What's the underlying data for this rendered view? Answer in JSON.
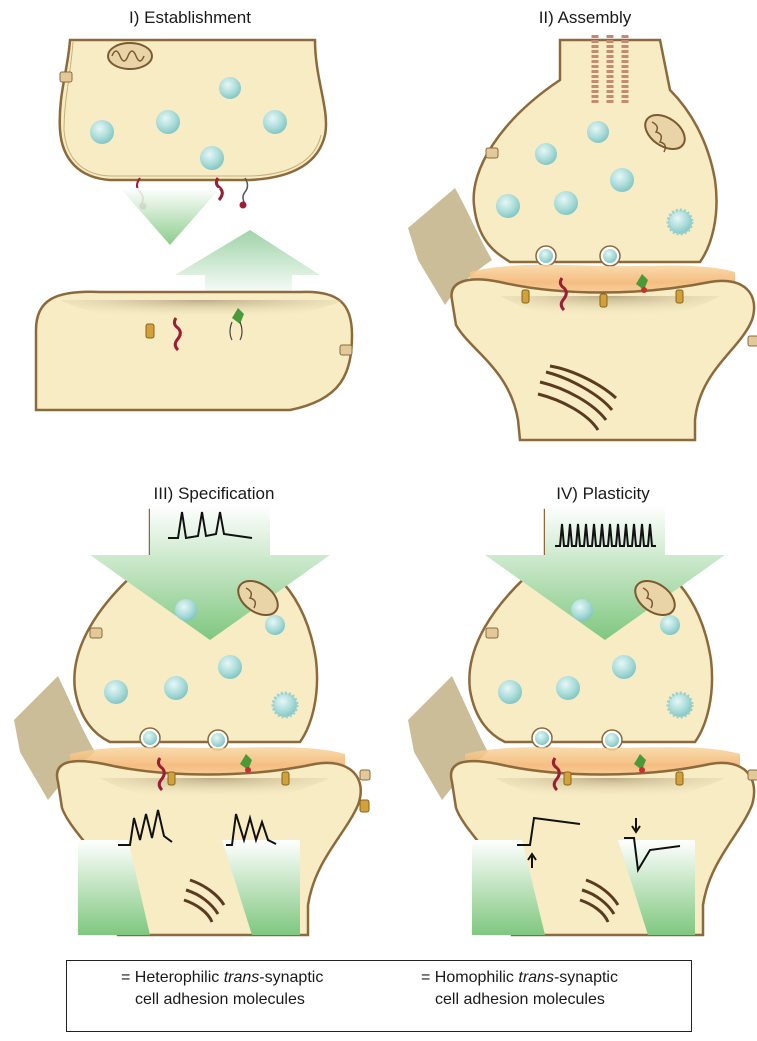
{
  "panels": [
    {
      "title": "I) Establishment"
    },
    {
      "title": "II) Assembly"
    },
    {
      "title": "III) Specification"
    },
    {
      "title": "IV) Plasticity"
    }
  ],
  "legend": {
    "heterophilic": {
      "line1_prefix": "= Heterophilic ",
      "line1_italic": "trans",
      "line1_suffix": "-synaptic",
      "line2": "cell adhesion molecules"
    },
    "homophilic": {
      "line1_prefix": "= Homophilic ",
      "line1_italic": "trans",
      "line1_suffix": "-synaptic",
      "line2": "cell adhesion molecules"
    }
  },
  "colors": {
    "cytoplasm": "#f7ecc4",
    "membrane": "#8c6a3c",
    "vesicle": "#a9dcdc",
    "cleft": "#f4b872",
    "glia": "#cbbd98",
    "arrow_green": "#8fcf8c",
    "cam_homophilic": "#9b1e35",
    "cam_heterophilic": "#4a9a3a",
    "receptor": "#d2a13a"
  },
  "icons": [
    "vesicle-icon",
    "mitochondrion-icon",
    "golgi-icon",
    "glia-cell-icon",
    "receptor-icon",
    "action-potential-trace-icon",
    "arrow-icon"
  ]
}
